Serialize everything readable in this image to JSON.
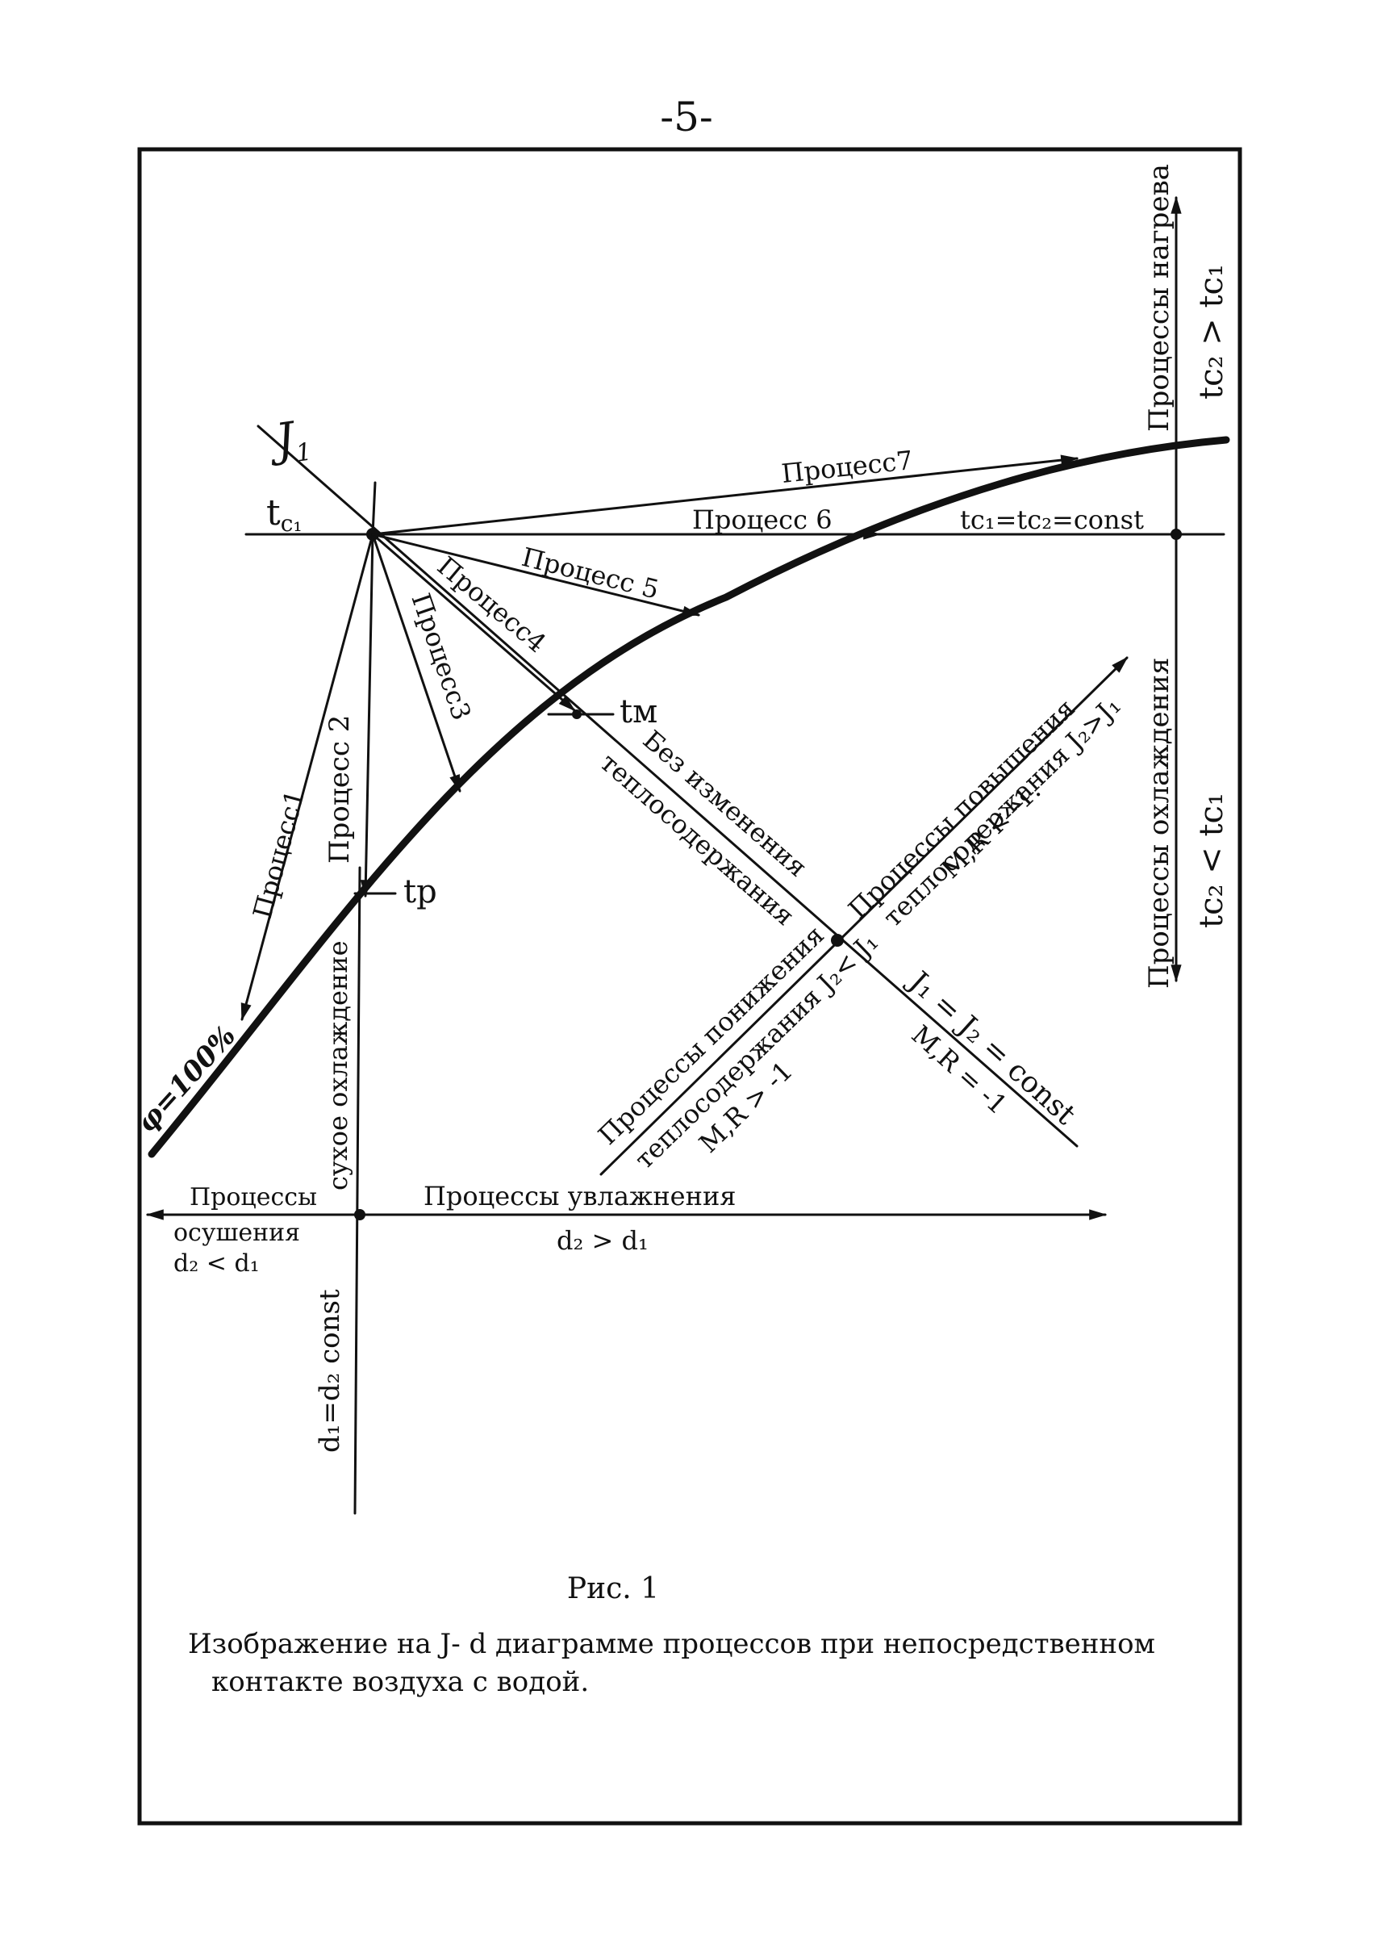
{
  "page": {
    "number": "-5-"
  },
  "diagram": {
    "labels": {
      "i1": "J",
      "i1_sub": "1",
      "tc1": "t",
      "tc1_sub": "c₁",
      "tm": "tм",
      "tp": "tр",
      "phi": "φ=100%",
      "process1": "Процесс1",
      "process2": "Процесс 2",
      "process3": "Процесс3",
      "process4": "Процесс4",
      "process5": "Процесс 5",
      "process6": "Процесс 6",
      "process7": "Процесс7",
      "iso_t": "tc₁=tc₂=const",
      "heating_title": "Процессы нагрева",
      "heating_cond": "tc₂ > tc₁",
      "cooling_title": "Процессы охлаждения",
      "cooling_cond": "tc₂ < tc₁",
      "no_change_1": "Без изменения",
      "no_change_2": "теплосодержания",
      "increase_1": "Процессы повышения",
      "increase_2": "теплосодержания J₂>J₁",
      "increase_3": "M,R < -1.",
      "decrease_1": "Процессы понижения",
      "decrease_2": "теплосодержания J₂< J₁",
      "decrease_3": "M,R > -1",
      "iso_i_1": "J₁ = J₂ = const",
      "iso_i_2": "M,R = -1",
      "dry_cooling": "сухое охлаждение",
      "drying_1": "Процессы",
      "drying_2": "осушения",
      "drying_3": "d₂ < d₁",
      "humid_1": "Процессы увлажнения",
      "humid_2": "d₂ > d₁",
      "iso_d": "d₁=d₂ const"
    },
    "caption": {
      "fig": "Рис. 1",
      "line1": "Изображение на J- d диаграмме процессов при непосредственном",
      "line2": "контакте воздуха с водой."
    }
  }
}
